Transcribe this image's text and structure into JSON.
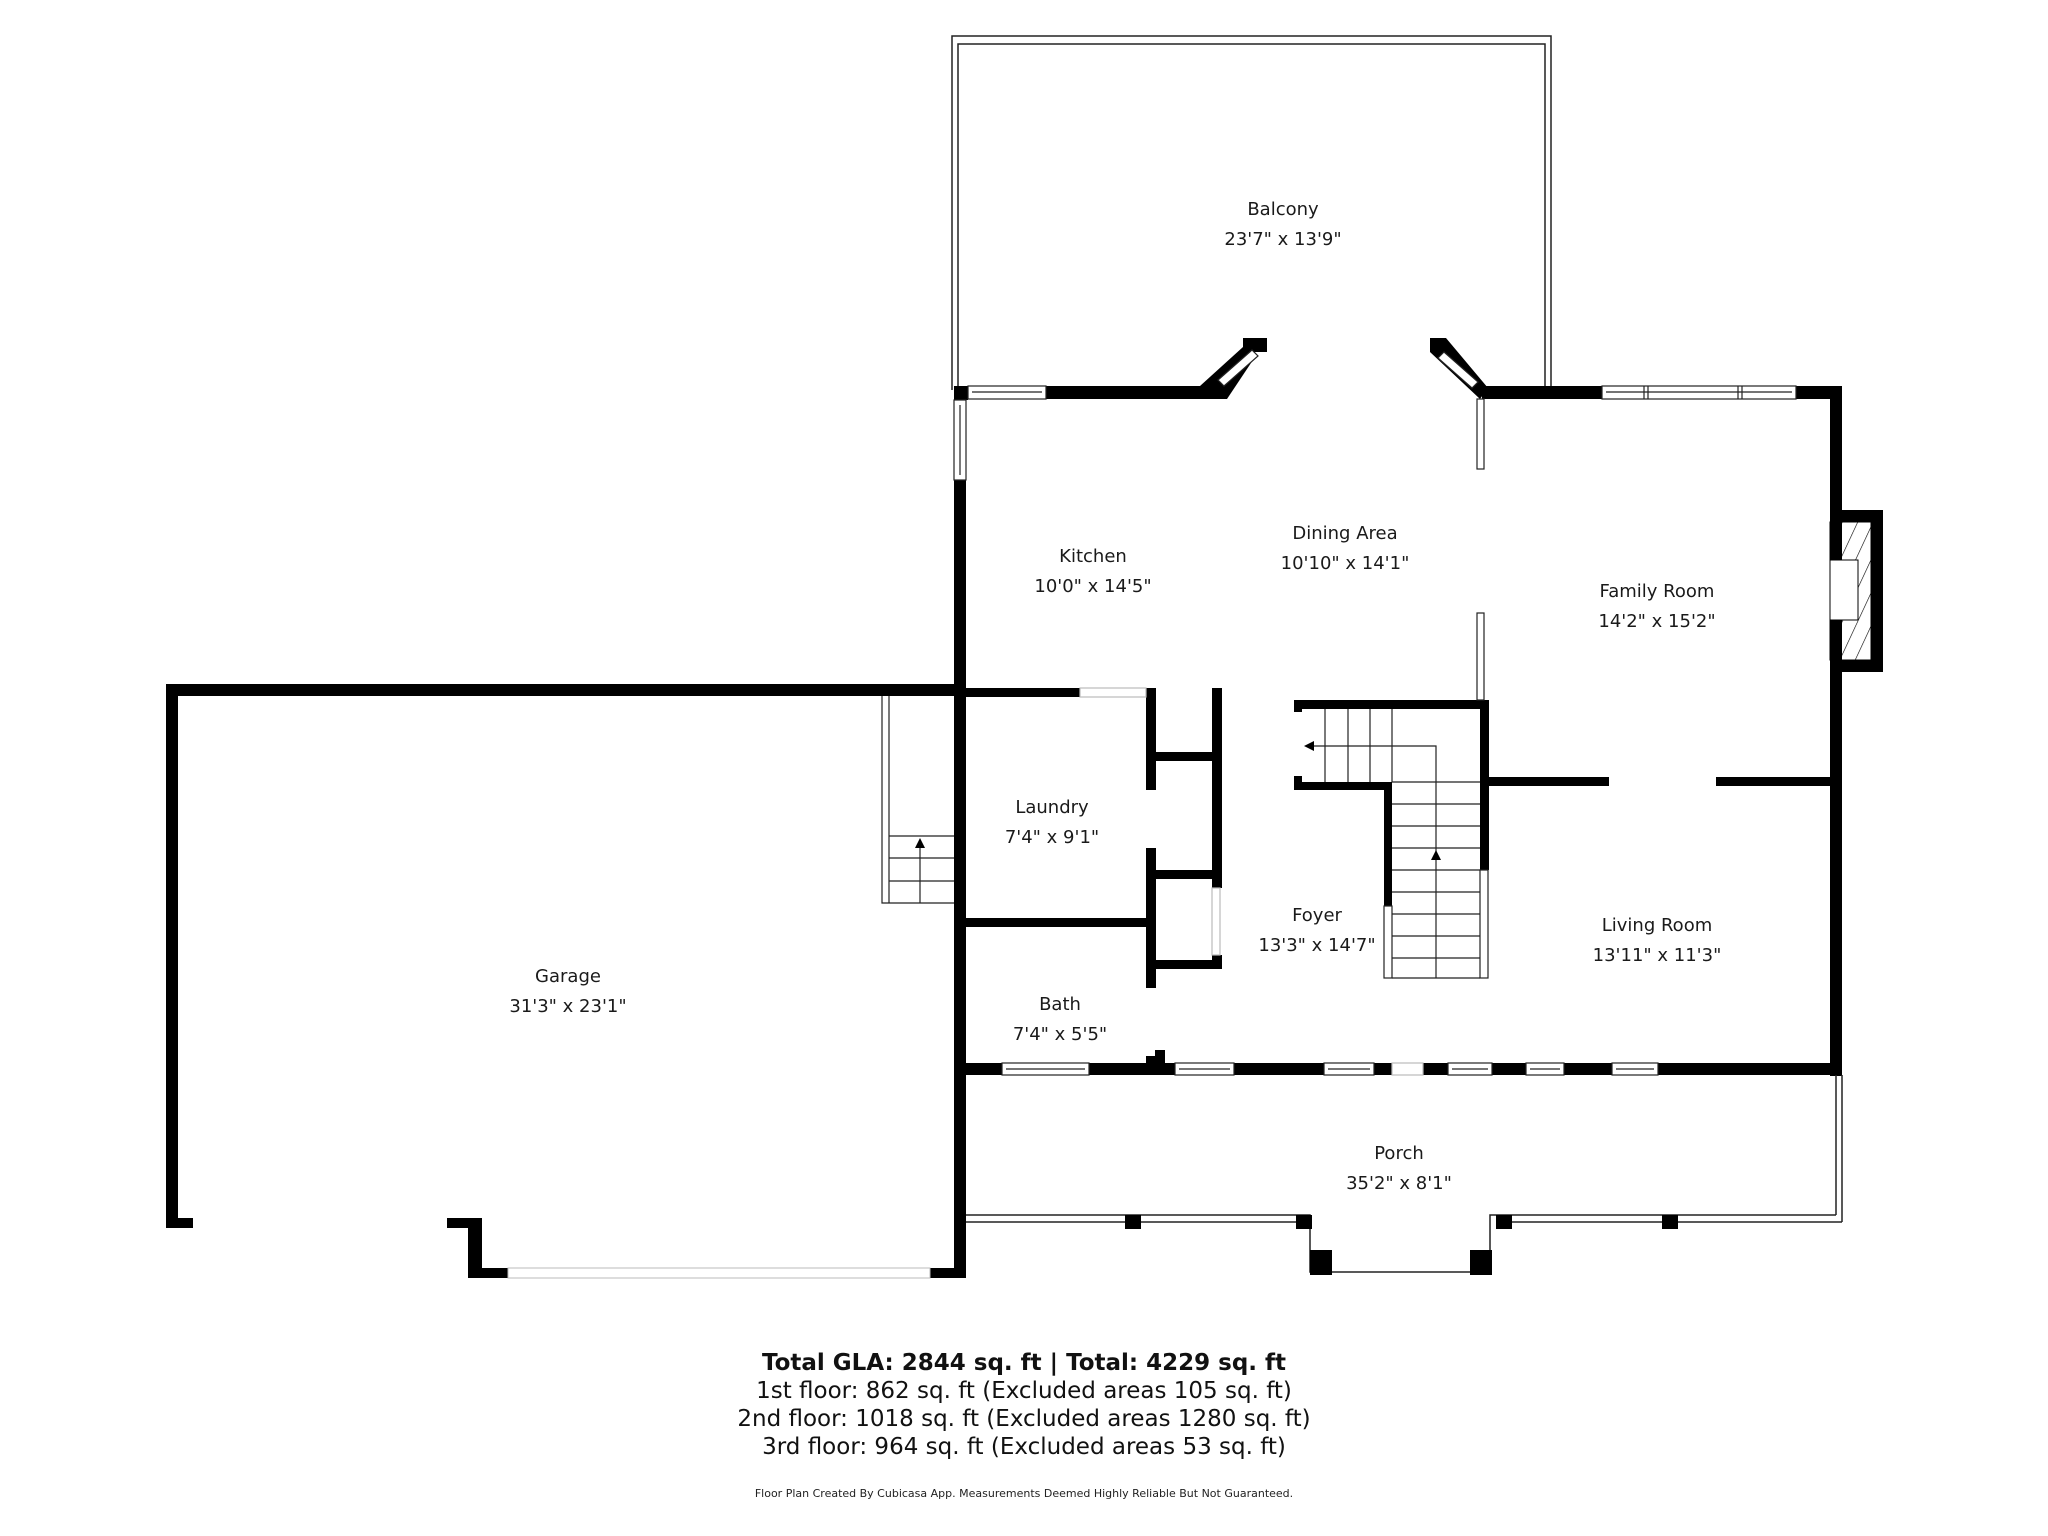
{
  "rooms": {
    "balcony": {
      "name": "Balcony",
      "dim": "23'7\" x 13'9\""
    },
    "kitchen": {
      "name": "Kitchen",
      "dim": "10'0\" x 14'5\""
    },
    "dining": {
      "name": "Dining Area",
      "dim": "10'10\" x 14'1\""
    },
    "family": {
      "name": "Family Room",
      "dim": "14'2\" x 15'2\""
    },
    "laundry": {
      "name": "Laundry",
      "dim": "7'4\" x 9'1\""
    },
    "foyer": {
      "name": "Foyer",
      "dim": "13'3\" x 14'7\""
    },
    "living": {
      "name": "Living Room",
      "dim": "13'11\" x 11'3\""
    },
    "bath": {
      "name": "Bath",
      "dim": "7'4\" x 5'5\""
    },
    "garage": {
      "name": "Garage",
      "dim": "31'3\" x 23'1\""
    },
    "porch": {
      "name": "Porch",
      "dim": "35'2\" x 8'1\""
    }
  },
  "summary": {
    "total": "Total GLA: 2844 sq. ft | Total: 4229 sq. ft",
    "floors": [
      "1st floor: 862 sq. ft (Excluded areas 105 sq. ft)",
      "2nd floor: 1018 sq. ft (Excluded areas 1280 sq. ft)",
      "3rd floor: 964 sq. ft (Excluded areas 53 sq. ft)"
    ],
    "disclaimer": "Floor Plan Created By Cubicasa App. Measurements Deemed Highly Reliable But Not Guaranteed."
  },
  "colors": {
    "wall": "#000000",
    "background": "#ffffff",
    "thin_line": "#333333"
  }
}
